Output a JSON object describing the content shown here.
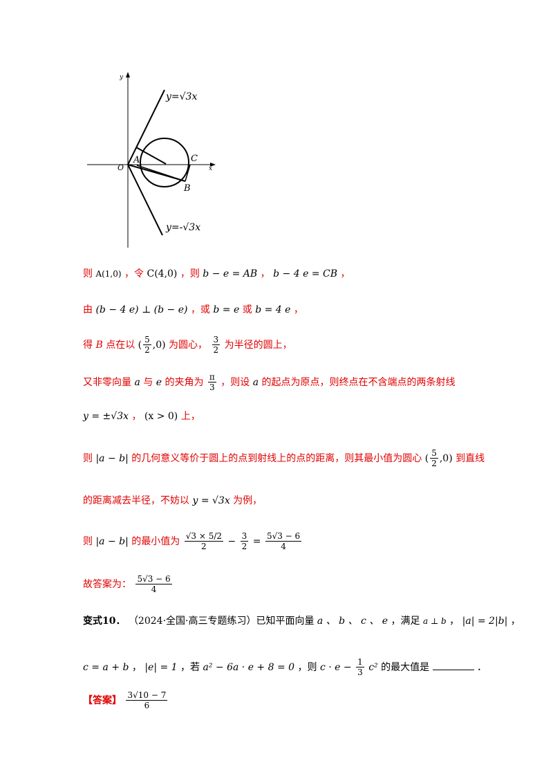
{
  "figure": {
    "axis_y": "y",
    "axis_x": "x",
    "origin": "O",
    "point_a": "A",
    "point_b": "B",
    "point_c": "C",
    "line_upper": "y=√3x",
    "line_lower": "y=-√3x"
  },
  "lines": {
    "l1_a": "则",
    "l1_b": "A(1,0)",
    "l1_c": "，令",
    "l1_d": "C(4,0)",
    "l1_e": "，则",
    "l1_f": "b − e = AB",
    "l1_g": "，",
    "l1_h": "b − 4 e = CB",
    "l1_i": "，",
    "l2_a": "由",
    "l2_b": "(b − 4 e) ⊥ (b − e)",
    "l2_c": "，或",
    "l2_d": "b = e",
    "l2_e": "或",
    "l2_f": "b = 4 e",
    "l2_g": "，",
    "l3_a": "得",
    "l3_b": "B",
    "l3_c": "点在以",
    "l3_d_pre": "(",
    "l3_d_num": "5",
    "l3_d_den": "2",
    "l3_d_post": ",0)",
    "l3_e": "为圆心，",
    "l3_f_num": "3",
    "l3_f_den": "2",
    "l3_g": "为半径的圆上，",
    "l4_a": "又非零向量",
    "l4_b": "a",
    "l4_c": "与",
    "l4_d": "e",
    "l4_e": "的夹角为",
    "l4_f_num": "π",
    "l4_f_den": "3",
    "l4_g": "，则设",
    "l4_h": "a",
    "l4_i": "的起点为原点，则终点在不含端点的两条射线",
    "l5_a": "y = ±√3x",
    "l5_b": "，",
    "l5_c": "(x > 0)",
    "l5_d": "上，",
    "l6_a": "则",
    "l6_b": "|a − b|",
    "l6_c": "的几何意义等价于圆上的点到射线上的点的距离，则其最小值为圆心",
    "l6_d_pre": "(",
    "l6_d_num": "5",
    "l6_d_den": "2",
    "l6_d_post": ",0)",
    "l6_e": "到直线",
    "l7_a": "的距离减去半径，不妨以",
    "l7_b": "y = √3x",
    "l7_c": "为例，",
    "l8_a": "则",
    "l8_b": "|a − b|",
    "l8_c": "的最小值为",
    "l8_d_num": "√3 × 5/2",
    "l8_d_den": "2",
    "l8_e": "−",
    "l8_f_num": "3",
    "l8_f_den": "2",
    "l8_g": "=",
    "l8_h_num": "5√3 − 6",
    "l8_h_den": "4",
    "l9_a": "故答案为：",
    "l9_b_num": "5√3 − 6",
    "l9_b_den": "4",
    "l10_a": "变式10．",
    "l10_b": "（2024·全国·高三专题练习）已知平面向量",
    "l10_c": "a 、 b 、 c 、 e",
    "l10_d": "，满足",
    "l10_e": "a ⊥ b",
    "l10_f": "，",
    "l10_g": "|a| = 2|b|",
    "l10_h": "，",
    "l11_a": "c = a + b",
    "l11_b": "，",
    "l11_c": "|e| = 1",
    "l11_d": "，若",
    "l11_e": "a² − 6a · e + 8 = 0",
    "l11_f": "，则",
    "l11_g": "c · e −",
    "l11_h_num": "1",
    "l11_h_den": "3",
    "l11_i": "c²",
    "l11_j": "的最大值是",
    "l11_k": "．",
    "l12_a": "【答案】",
    "l12_b_num": "3√10 − 7",
    "l12_b_den": "6"
  }
}
